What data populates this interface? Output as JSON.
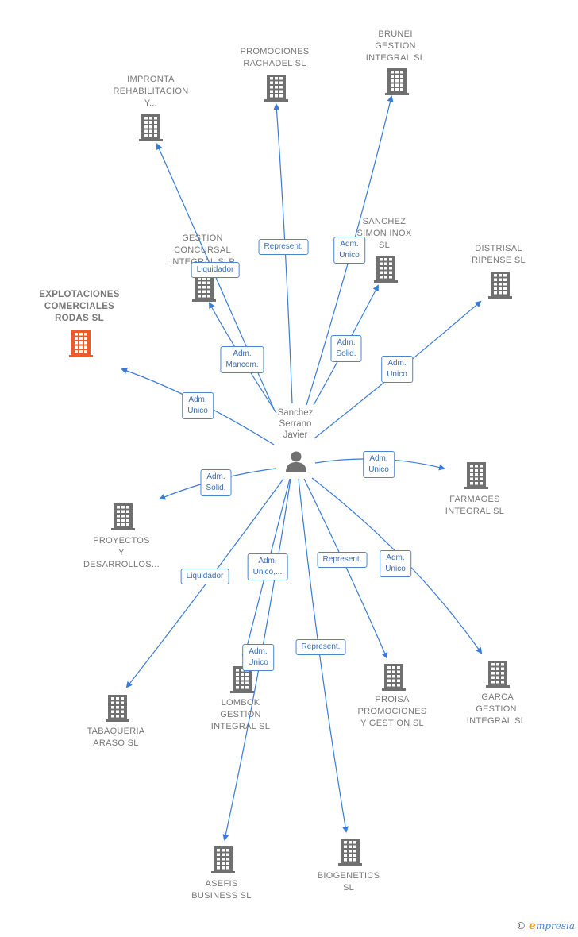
{
  "center": {
    "name": [
      "Sanchez",
      "Serrano",
      "Javier"
    ],
    "icon": "person-icon"
  },
  "colors": {
    "edge": "#3a7bd5",
    "node": "#707070",
    "highlight": "#f05a28"
  },
  "companies": [
    {
      "id": "impronta",
      "label": [
        "IMPRONTA",
        "REHABILITACION",
        "Y..."
      ]
    },
    {
      "id": "promociones-rachadel",
      "label": [
        "PROMOCIONES",
        "RACHADEL SL"
      ]
    },
    {
      "id": "brunei",
      "label": [
        "BRUNEI",
        "GESTION",
        "INTEGRAL  SL"
      ]
    },
    {
      "id": "sanchez-simon",
      "label": [
        "SANCHEZ",
        "SIMON INOX",
        "SL"
      ]
    },
    {
      "id": "distrisal",
      "label": [
        "DISTRISAL",
        "RIPENSE SL"
      ]
    },
    {
      "id": "gestion-concursal",
      "label": [
        "GESTION",
        "CONCURSAL",
        "INTEGRAL SLP"
      ]
    },
    {
      "id": "explotaciones",
      "label": [
        "EXPLOTACIONES",
        "COMERCIALES",
        "RODAS  SL"
      ],
      "highlight": true
    },
    {
      "id": "farmages",
      "label": [
        "FARMAGES",
        "INTEGRAL  SL"
      ]
    },
    {
      "id": "proyectos",
      "label": [
        "PROYECTOS",
        "Y",
        "DESARROLLOS..."
      ]
    },
    {
      "id": "tabaqueria",
      "label": [
        "TABAQUERIA",
        "ARASO  SL"
      ]
    },
    {
      "id": "lombok",
      "label": [
        "LOMBOK",
        "GESTION",
        "INTEGRAL  SL"
      ]
    },
    {
      "id": "proisa",
      "label": [
        "PROISA",
        "PROMOCIONES",
        "Y GESTION  SL"
      ]
    },
    {
      "id": "igarca",
      "label": [
        "IGARCA",
        "GESTION",
        "INTEGRAL  SL"
      ]
    },
    {
      "id": "asefis",
      "label": [
        "ASEFIS",
        "BUSINESS  SL"
      ]
    },
    {
      "id": "biogenetics",
      "label": [
        "BIOGENETICS",
        "SL"
      ]
    }
  ],
  "relations": [
    {
      "to": "impronta",
      "label": [
        "Liquidador"
      ]
    },
    {
      "to": "promociones-rachadel",
      "label": [
        "Represent."
      ]
    },
    {
      "to": "brunei",
      "label": [
        "Adm.",
        "Unico"
      ]
    },
    {
      "to": "sanchez-simon",
      "label": [
        "Adm.",
        "Solid."
      ]
    },
    {
      "to": "distrisal",
      "label": [
        "Adm.",
        "Unico"
      ]
    },
    {
      "to": "gestion-concursal",
      "label": [
        "Adm.",
        "Mancom."
      ]
    },
    {
      "to": "explotaciones",
      "label": [
        "Adm.",
        "Unico"
      ]
    },
    {
      "to": "farmages",
      "label": [
        "Adm.",
        "Unico"
      ]
    },
    {
      "to": "proyectos",
      "label": [
        "Adm.",
        "Solid."
      ]
    },
    {
      "to": "tabaqueria",
      "label": [
        "Liquidador"
      ]
    },
    {
      "to": "lombok",
      "label": [
        "Adm.",
        "Unico,..."
      ]
    },
    {
      "to": "proisa",
      "label": [
        "Represent."
      ]
    },
    {
      "to": "igarca",
      "label": [
        "Adm.",
        "Unico"
      ]
    },
    {
      "to": "asefis",
      "label": [
        "Adm.",
        "Unico"
      ]
    },
    {
      "to": "biogenetics",
      "label": [
        "Represent."
      ]
    }
  ],
  "footer": {
    "copyright": "©",
    "brand_initial": "e",
    "brand_rest": "mpresia"
  }
}
